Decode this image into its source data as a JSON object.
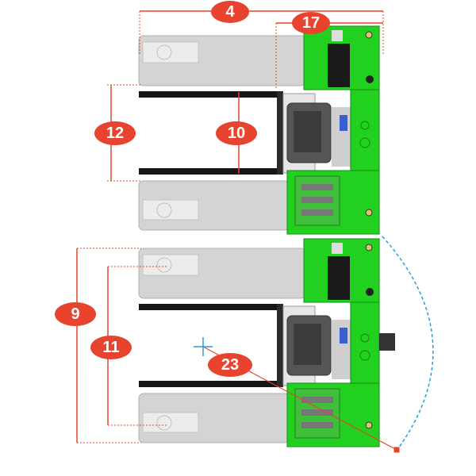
{
  "diagram": {
    "title": "Pallet truck turning and fork dimensions",
    "dimension_labels": {
      "overall_length": "4",
      "chassis_length": "17",
      "overall_width": "12",
      "fork_spread": "10",
      "turning_width": "9",
      "outer_fork_width": "11",
      "turning_radius": "23"
    },
    "colors": {
      "dimension": "#e8432f",
      "body": "#22d11f",
      "fork": "#d2d2d2",
      "arc": "#2a9fd6"
    }
  }
}
